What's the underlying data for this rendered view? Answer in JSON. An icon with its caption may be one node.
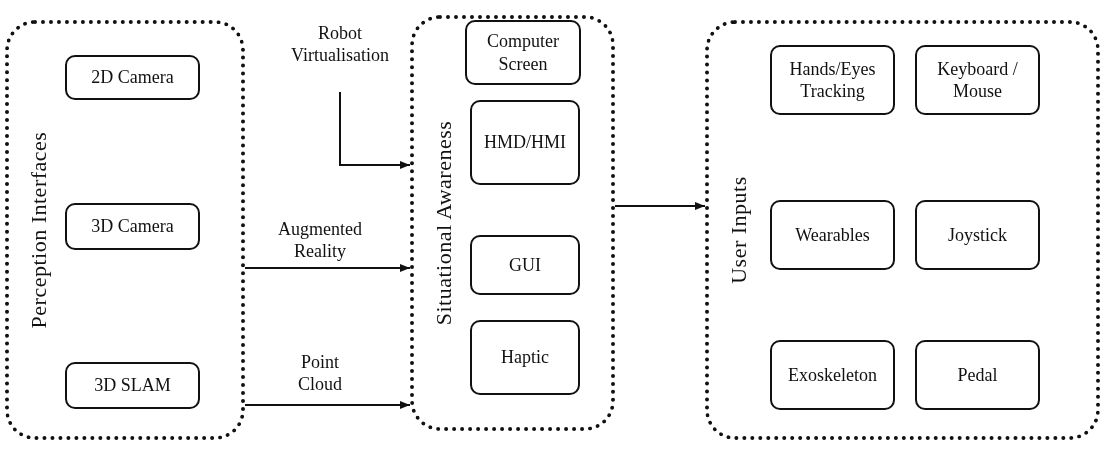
{
  "diagram": {
    "nodes": [
      {
        "text": [
          "Perception Interfaces"
        ]
      },
      {
        "text": [
          "2D Camera"
        ],
        "in": 0
      },
      {
        "text": [
          "3D Camera"
        ],
        "in": 0
      },
      {
        "text": [
          "3D SLAM"
        ],
        "in": 0
      },
      {
        "text": [
          "Situational Awareness"
        ]
      },
      {
        "text": [
          "Computer Screen"
        ],
        "in": 4
      },
      {
        "text": [
          "HMD/HMI"
        ],
        "in": 4
      },
      {
        "text": [
          "GUI"
        ],
        "in": 4
      },
      {
        "text": [
          "Haptic"
        ],
        "in": 4
      },
      {
        "text": [
          "User Inputs"
        ]
      },
      {
        "text": [
          "Hands/Eyes Tracking"
        ],
        "in": 9
      },
      {
        "text": [
          "Keyboard / Mouse"
        ],
        "in": 9
      },
      {
        "text": [
          "Wearables"
        ],
        "in": 9
      },
      {
        "text": [
          "Joystick"
        ],
        "in": 9
      },
      {
        "text": [
          "Exoskeleton"
        ],
        "in": 9
      },
      {
        "text": [
          "Pedal"
        ],
        "in": 9
      }
    ],
    "edges": [
      {
        "from": null,
        "to": 4,
        "arrow": "to",
        "label": "Robot Virtualisation"
      },
      {
        "from": 0,
        "to": 4,
        "arrow": "to",
        "label": "Augmented Reality"
      },
      {
        "from": 0,
        "to": 4,
        "arrow": "to",
        "label": "Point Cloud"
      },
      {
        "from": 4,
        "to": 9,
        "arrow": "to"
      }
    ]
  }
}
